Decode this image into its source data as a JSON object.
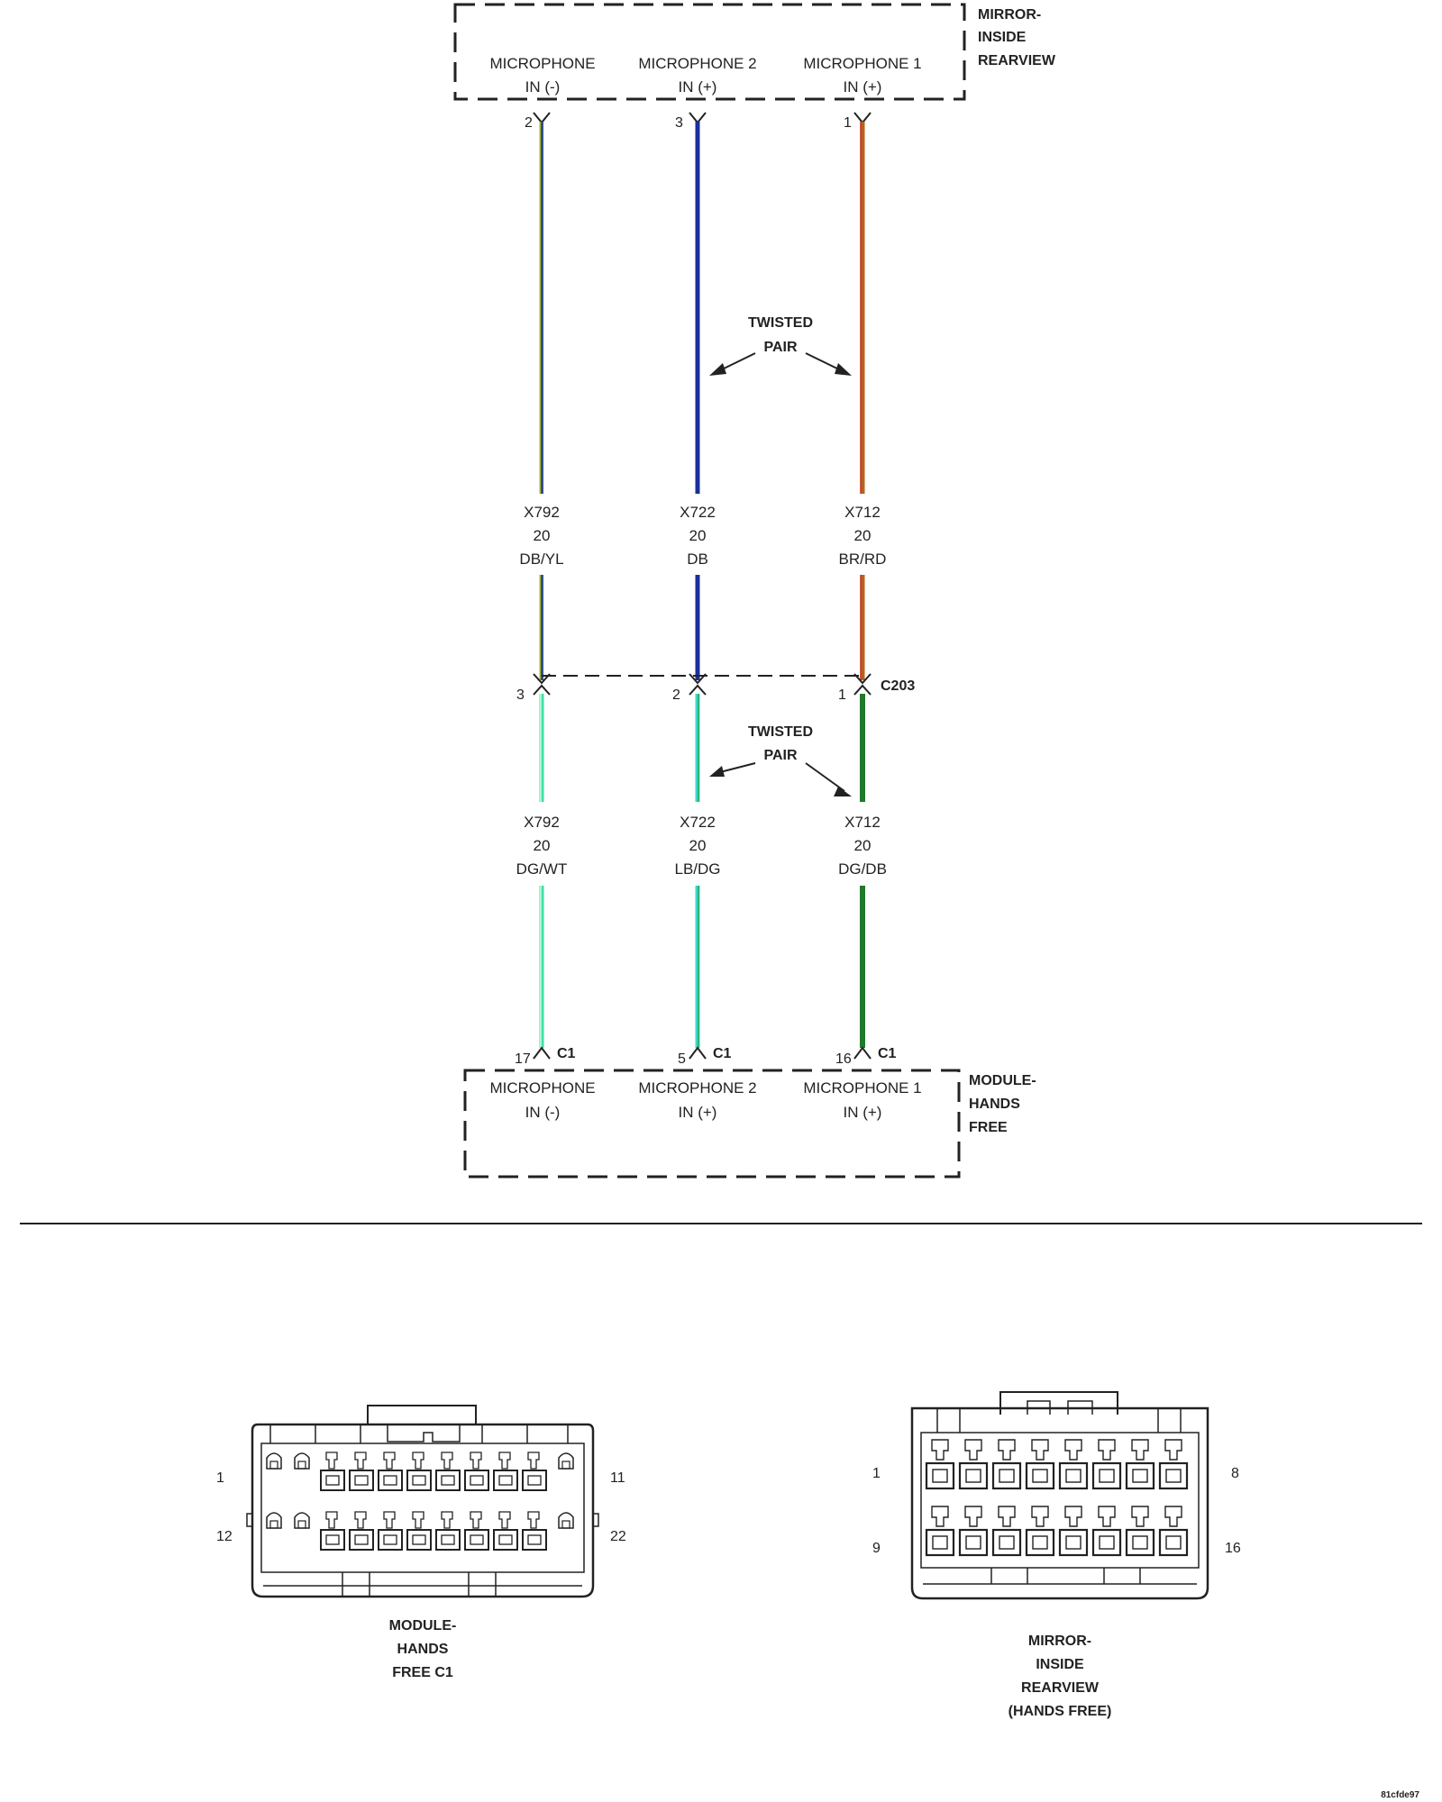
{
  "top_component": {
    "name_lines": [
      "MIRROR-",
      "INSIDE",
      "REARVIEW"
    ],
    "pins": [
      {
        "num": "2",
        "label1": "MICROPHONE",
        "label2": "IN (-)"
      },
      {
        "num": "3",
        "label1": "MICROPHONE 2",
        "label2": "IN (+)"
      },
      {
        "num": "1",
        "label1": "MICROPHONE 1",
        "label2": "IN (+)"
      }
    ]
  },
  "twisted_pair_label": [
    "TWISTED",
    "PAIR"
  ],
  "upper_wires": [
    {
      "circuit": "X792",
      "gauge": "20",
      "color_code": "DB/YL",
      "color": "#2f4f8f",
      "stripe": "#d8d800"
    },
    {
      "circuit": "X722",
      "gauge": "20",
      "color_code": "DB",
      "color": "#1a2f9a",
      "stripe": ""
    },
    {
      "circuit": "X712",
      "gauge": "20",
      "color_code": "BR/RD",
      "color": "#b5651d",
      "stripe": "#c83020"
    }
  ],
  "inline_connector": {
    "name": "C203",
    "pins": [
      "3",
      "2",
      "1"
    ]
  },
  "lower_wires": [
    {
      "circuit": "X792",
      "gauge": "20",
      "color_code": "DG/WT",
      "color": "#3fe0a0",
      "stripe": "#ffffff"
    },
    {
      "circuit": "X722",
      "gauge": "20",
      "color_code": "LB/DG",
      "color": "#36d9cc",
      "stripe": "#2a9a4a"
    },
    {
      "circuit": "X712",
      "gauge": "20",
      "color_code": "DG/DB",
      "color": "#1f7a2a",
      "stripe": "#1a2f9a"
    }
  ],
  "bottom_component": {
    "name_lines": [
      "MODULE-",
      "HANDS",
      "FREE"
    ],
    "connector": "C1",
    "pins": [
      {
        "num": "17",
        "label1": "MICROPHONE",
        "label2": "IN (-)"
      },
      {
        "num": "5",
        "label1": "MICROPHONE 2",
        "label2": "IN (+)"
      },
      {
        "num": "16",
        "label1": "MICROPHONE 1",
        "label2": "IN (+)"
      }
    ]
  },
  "connector_views": [
    {
      "name_lines": [
        "MODULE-",
        "HANDS",
        "FREE C1"
      ],
      "pin_labels": [
        "1",
        "11",
        "12",
        "22"
      ]
    },
    {
      "name_lines": [
        "MIRROR-",
        "INSIDE",
        "REARVIEW",
        "(HANDS FREE)"
      ],
      "pin_labels": [
        "1",
        "8",
        "9",
        "16"
      ]
    }
  ],
  "footer_code": "81cfde97"
}
